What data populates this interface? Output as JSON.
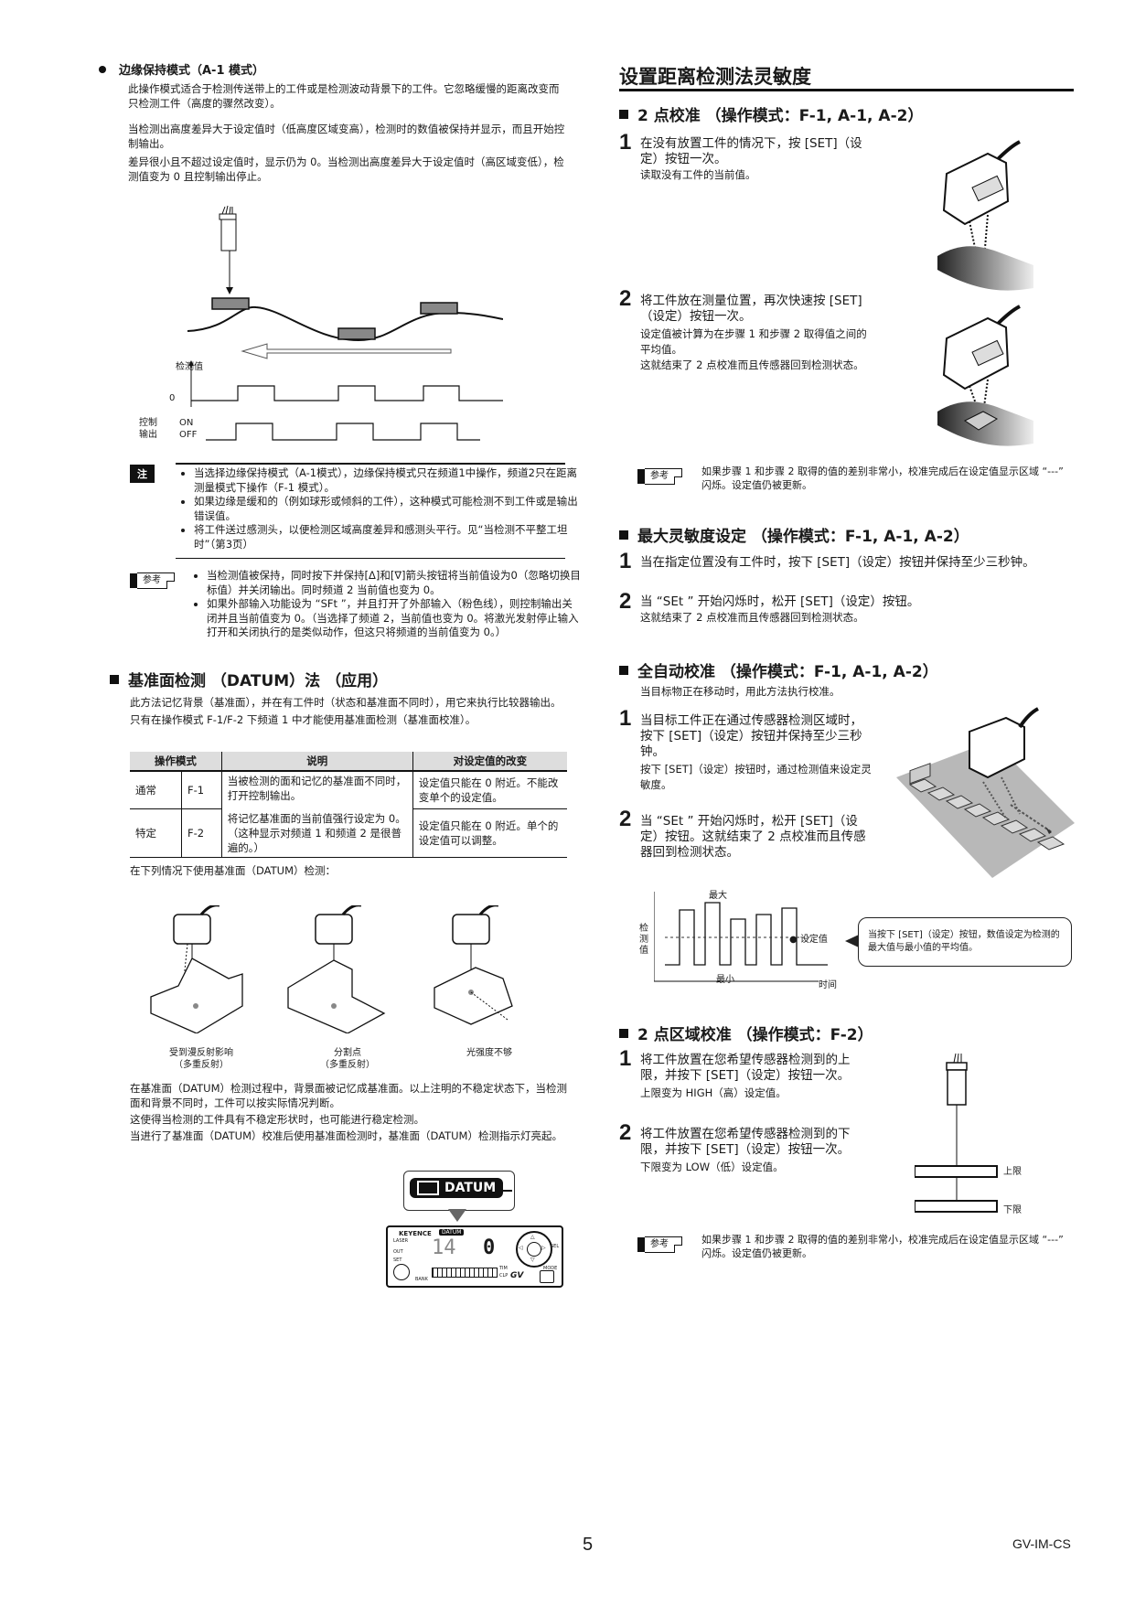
{
  "left": {
    "edge_hold": {
      "title": "边缘保持模式（A-1 模式）",
      "para1": "此操作模式适合于检测传送带上的工件或是检测波动背景下的工件。它忽略缓慢的距离改变而只检测工件（高度的骤然改变）。",
      "para2": "当检测出高度差异大于设定值时（低高度区域变高），检测时的数值被保持并显示，而且开始控制输出。",
      "para3": "差异很小且不超过设定值时，显示仍为 0。当检测出高度差异大于设定值时（高区域变低），检测值变为 0 且控制输出停止。",
      "diagram": {
        "y_label": "检测值",
        "zero_label": "0",
        "output_label_1": "控制",
        "output_label_2": "输出",
        "on_label": "ON",
        "off_label": "OFF"
      }
    },
    "note": {
      "label": "注",
      "items": [
        "当选择边缘保持模式（A-1模式），边缘保持模式只在频道1中操作，频道2只在距离测量模式下操作（F-1 模式）。",
        "如果边缘是缓和的（例如球形或倾斜的工件），这种模式可能检测不到工件或是输出错误值。",
        "将工件送过感测头，以便检测区域高度差异和感测头平行。见“当检测不平整工坦时”（第3页）"
      ]
    },
    "reference1": {
      "label": "参考",
      "items": [
        "当检测值被保持，同时按下并保持[Δ]和[∇]箭头按钮将当前值设为0（忽略切换目标值）并关闭输出。同时频道 2 当前值也变为 0。",
        "如果外部输入功能设为 “SFt ”，并且打开了外部输入（粉色线），则控制输出关闭并且当前值变为 0。（当选择了频道 2，当前值也变为 0。将激光发射停止输入打开和关闭执行的是类似动作，但这只将频道的当前值变为 0。）"
      ]
    },
    "datum": {
      "title": "基准面检测 （DATUM）法 （应用）",
      "para1": "此方法记忆背景（基准面），并在有工件时（状态和基准面不同时），用它来执行比较器输出。",
      "para2": "只有在操作模式 F-1/F-2 下频道 1 中才能使用基准面检测（基准面校准）。",
      "table": {
        "headers": [
          "操作模式",
          "说明",
          "对设定值的改变"
        ],
        "rows": [
          {
            "type": "通常",
            "mode": "F-1",
            "desc": "当被检测的面和记忆的基准面不同时，打开控制输出。",
            "change": "设定值只能在 0 附近。不能改变单个的设定值。"
          },
          {
            "type": "特定",
            "mode": "F-2",
            "desc": "将记忆基准面的当前值强行设定为 0。（这种显示对频道 1 和频道 2 是很普遍的。）",
            "change": "设定值只能在 0 附近。单个的设定值可以调整。"
          }
        ]
      },
      "usage_intro": "在下列情况下使用基准面（DATUM）检测：",
      "cases": [
        {
          "line1": "受到漫反射影响",
          "line2": "（多重反射）"
        },
        {
          "line1": "分割点",
          "line2": "（多重反射）"
        },
        {
          "line1": "光强度不够",
          "line2": ""
        }
      ],
      "para3": "在基准面（DATUM）检测过程中，背景面被记忆成基准面。以上注明的不稳定状态下，当检测面和背景不同时，工件可以按实际情况判断。",
      "para4": "这使得当检测的工件具有不稳定形状时，也可能进行稳定检测。",
      "para5": "当进行了基准面（DATUM）校准后使用基准面检测时，基准面（DATUM）检测指示灯亮起。",
      "panel": {
        "callout": "DATUM",
        "brand": "KEYENCE",
        "small_datum": "DATUM",
        "digit_left": "14",
        "digit_right": "0",
        "set_label": "SET",
        "mode_label": "MODE",
        "sel_label": "SEL",
        "timer_label": "TIM",
        "clp_label": "CLP",
        "bank_label": "BANK",
        "laser_label": "LASER",
        "out_label": "OUT",
        "logo": "GV"
      }
    }
  },
  "right": {
    "page_title": "设置距离检测法灵敏度",
    "two_point": {
      "title": "2 点校准 （操作模式：F-1, A-1, A-2）",
      "step1_main": "在没有放置工件的情况下，按 [SET]（设定）按钮一次。",
      "step1_sub": "读取没有工件的当前值。",
      "step2_main": "将工件放在测量位置，再次快速按 [SET]（设定）按钮一次。",
      "step2_sub1": "设定值被计算为在步骤 1 和步骤 2 取得值之间的平均值。",
      "step2_sub2": "这就结束了 2 点校准而且传感器回到检测状态。",
      "reference": {
        "label": "参考",
        "text": "如果步骤 1 和步骤 2 取得的值的差别非常小，校准完成后在设定值显示区域 “---” 闪烁。设定值仍被更新。"
      }
    },
    "max_sens": {
      "title": "最大灵敏度设定 （操作模式：F-1, A-1, A-2）",
      "step1_main": "当在指定位置没有工件时，按下 [SET]（设定）按钮并保持至少三秒钟。",
      "step2_main": "当 “SEt ” 开始闪烁时，松开 [SET]（设定）按钮。",
      "step2_sub": "这就结束了 2 点校准而且传感器回到检测状态。"
    },
    "auto": {
      "title": "全自动校准 （操作模式：F-1, A-1, A-2）",
      "intro": "当目标物正在移动时，用此方法执行校准。",
      "step1_main": "当目标工件正在通过传感器检测区域时，按下 [SET]（设定）按钮并保持至少三秒钟。",
      "step1_sub": "按下 [SET]（设定）按钮时，通过检测值来设定灵敏度。",
      "step2_main": "当 “SEt ” 开始闪烁时，松开 [SET]（设定）按钮。这就结束了 2 点校准而且传感器回到检测状态。",
      "chart": {
        "y_label_1": "检",
        "y_label_2": "测",
        "y_label_3": "值",
        "max_label": "最大",
        "min_label": "最小",
        "set_label": "● 设定值",
        "time_label": "时间",
        "bubble": "当按下 [SET]（设定）按钮，数值设定为检测的最大值与最小值的平均值。"
      }
    },
    "zone": {
      "title": "2 点区域校准 （操作模式：F-2）",
      "step1_main": "将工件放置在您希望传感器检测到的上限，并按下 [SET]（设定）按钮一次。",
      "step1_sub": "上限变为 HIGH（高）设定值。",
      "step2_main": "将工件放置在您希望传感器检测到的下限，并按下 [SET]（设定）按钮一次。",
      "step2_sub": "下限变为 LOW（低）设定值。",
      "upper_label": "上限",
      "lower_label": "下限",
      "reference": {
        "label": "参考",
        "text": "如果步骤 1 和步骤 2 取得的值的差别非常小，校准完成后在设定值显示区域 “---” 闪烁。设定值仍被更新。"
      }
    }
  },
  "steps": {
    "one": "1",
    "two": "2"
  },
  "footer": {
    "page_number": "5",
    "doc_code": "GV-IM-CS"
  }
}
